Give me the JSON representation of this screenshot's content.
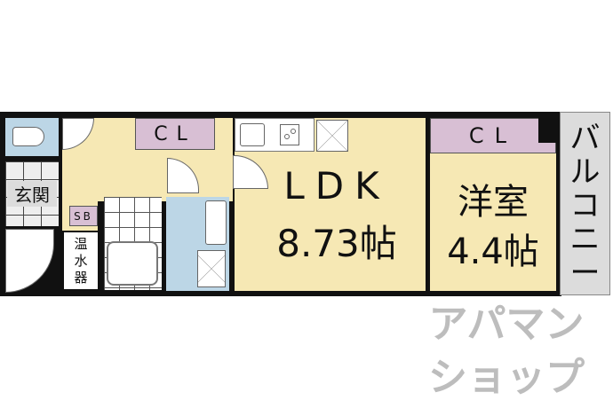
{
  "rooms": {
    "genkan": "玄関",
    "sb": "SB",
    "water_heater": [
      "温",
      "水",
      "器"
    ],
    "closet_hall": "CL",
    "ldk_name": "LDK",
    "ldk_size": "8.73帖",
    "western_name": "洋室",
    "western_size": "4.4帖",
    "closet_western": "CL",
    "balcony": [
      "バ",
      "ル",
      "コ",
      "ニ",
      "ー"
    ]
  },
  "watermark": [
    "アパマン",
    "ショップ"
  ],
  "colors": {
    "floor": "#f6e8b4",
    "wet": "#bcd6e6",
    "closet": "#d8bfd4",
    "entrance": "#dcdcdc"
  }
}
